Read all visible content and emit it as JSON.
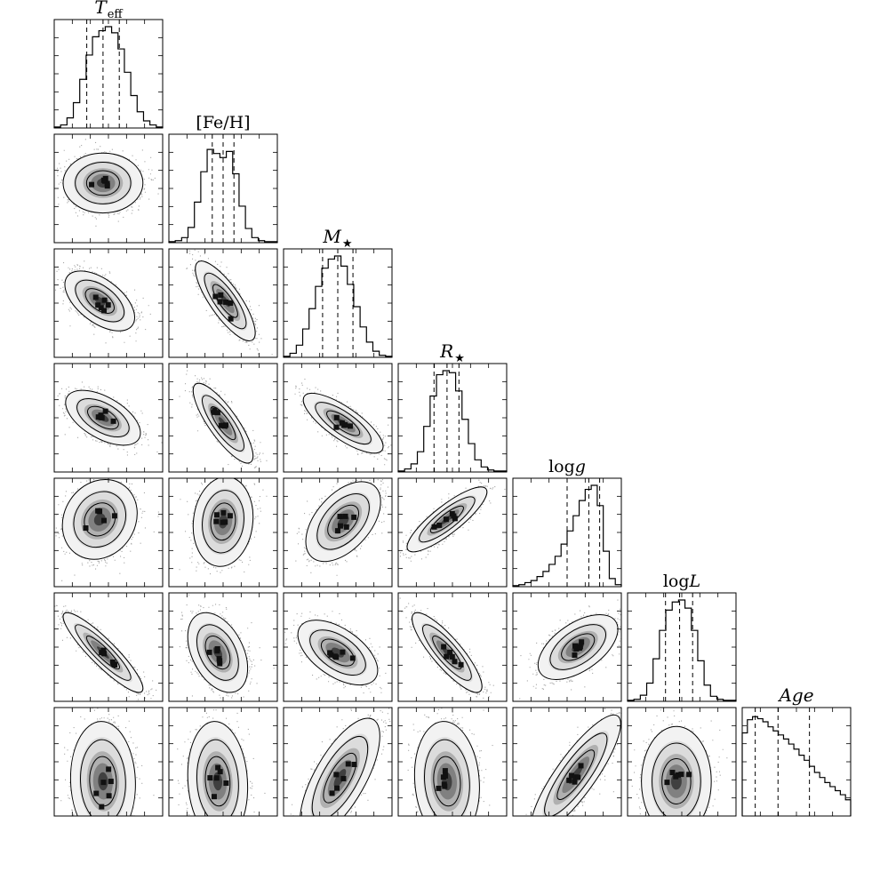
{
  "chart_data": {
    "type": "corner",
    "parameters": [
      {
        "key": "teff",
        "label": "T",
        "sub": "eff",
        "label_style": "italic-sub",
        "hist": [
          0.01,
          0.03,
          0.1,
          0.25,
          0.48,
          0.72,
          0.9,
          0.96,
          1.0,
          0.94,
          0.78,
          0.55,
          0.32,
          0.16,
          0.07,
          0.03,
          0.01
        ],
        "quantiles": [
          0.3,
          0.45,
          0.6
        ],
        "rho": 0.0
      },
      {
        "key": "feh",
        "label": "[Fe/H]",
        "label_style": "roman",
        "hist": [
          0.01,
          0.02,
          0.05,
          0.15,
          0.4,
          0.7,
          0.92,
          0.88,
          0.84,
          0.9,
          0.68,
          0.36,
          0.14,
          0.05,
          0.02,
          0.01,
          0.01
        ],
        "quantiles": [
          0.4,
          0.5,
          0.6
        ],
        "rho": 0.0
      },
      {
        "key": "mstar",
        "label": "M",
        "sub": "★",
        "label_style": "italic-sub",
        "hist": [
          0.01,
          0.04,
          0.12,
          0.28,
          0.48,
          0.7,
          0.88,
          0.97,
          1.0,
          0.9,
          0.72,
          0.5,
          0.3,
          0.15,
          0.06,
          0.02,
          0.01
        ],
        "quantiles": [
          0.36,
          0.5,
          0.64
        ],
        "rho": 0.0
      },
      {
        "key": "rstar",
        "label": "R",
        "sub": "★",
        "label_style": "italic-sub",
        "hist": [
          0.01,
          0.03,
          0.08,
          0.2,
          0.45,
          0.75,
          0.96,
          1.0,
          0.98,
          0.8,
          0.52,
          0.28,
          0.12,
          0.05,
          0.02,
          0.01,
          0.01
        ],
        "quantiles": [
          0.33,
          0.45,
          0.56
        ],
        "rho": 0.0
      },
      {
        "key": "logg",
        "label": "log",
        "sub": "g",
        "label_style": "log-italic",
        "hist": [
          0.01,
          0.02,
          0.04,
          0.06,
          0.1,
          0.15,
          0.22,
          0.3,
          0.42,
          0.55,
          0.7,
          0.85,
          0.96,
          1.0,
          0.8,
          0.35,
          0.08,
          0.02
        ],
        "quantiles": [
          0.5,
          0.7,
          0.8
        ],
        "rho": 0.0
      },
      {
        "key": "logl",
        "label": "log",
        "sub": "L",
        "label_style": "log-italic",
        "hist": [
          0.01,
          0.02,
          0.06,
          0.18,
          0.42,
          0.7,
          0.9,
          0.98,
          1.0,
          0.92,
          0.7,
          0.4,
          0.16,
          0.05,
          0.02,
          0.01,
          0.01
        ],
        "quantiles": [
          0.35,
          0.48,
          0.6
        ],
        "rho": 0.0
      },
      {
        "key": "age",
        "label": "Age",
        "label_style": "italic",
        "hist": [
          0.82,
          0.95,
          0.98,
          0.96,
          0.93,
          0.88,
          0.84,
          0.8,
          0.76,
          0.71,
          0.66,
          0.6,
          0.55,
          0.49,
          0.43,
          0.38,
          0.33,
          0.29,
          0.25,
          0.21,
          0.16
        ],
        "quantiles": [
          0.12,
          0.33,
          0.62
        ],
        "rho": 0.0
      }
    ],
    "pairs": [
      {
        "row": 1,
        "col": 0,
        "cx": 0.45,
        "cy": 0.45,
        "sx": 0.16,
        "sy": 0.12,
        "rho": 0.0
      },
      {
        "row": 2,
        "col": 0,
        "cx": 0.42,
        "cy": 0.48,
        "sx": 0.14,
        "sy": 0.12,
        "rho": 0.55
      },
      {
        "row": 2,
        "col": 1,
        "cx": 0.52,
        "cy": 0.48,
        "sx": 0.12,
        "sy": 0.16,
        "rho": 0.8
      },
      {
        "row": 3,
        "col": 0,
        "cx": 0.45,
        "cy": 0.5,
        "sx": 0.15,
        "sy": 0.11,
        "rho": 0.55
      },
      {
        "row": 3,
        "col": 1,
        "cx": 0.5,
        "cy": 0.55,
        "sx": 0.12,
        "sy": 0.16,
        "rho": 0.82
      },
      {
        "row": 3,
        "col": 2,
        "cx": 0.55,
        "cy": 0.55,
        "sx": 0.16,
        "sy": 0.12,
        "rho": 0.78
      },
      {
        "row": 4,
        "col": 0,
        "cx": 0.42,
        "cy": 0.38,
        "sx": 0.15,
        "sy": 0.16,
        "rho": -0.15
      },
      {
        "row": 4,
        "col": 1,
        "cx": 0.5,
        "cy": 0.4,
        "sx": 0.12,
        "sy": 0.18,
        "rho": -0.1
      },
      {
        "row": 4,
        "col": 2,
        "cx": 0.55,
        "cy": 0.4,
        "sx": 0.15,
        "sy": 0.16,
        "rho": -0.5
      },
      {
        "row": 4,
        "col": 3,
        "cx": 0.45,
        "cy": 0.38,
        "sx": 0.16,
        "sy": 0.13,
        "rho": -0.85
      },
      {
        "row": 5,
        "col": 0,
        "cx": 0.45,
        "cy": 0.55,
        "sx": 0.16,
        "sy": 0.16,
        "rho": 0.9
      },
      {
        "row": 5,
        "col": 1,
        "cx": 0.45,
        "cy": 0.55,
        "sx": 0.12,
        "sy": 0.16,
        "rho": 0.4
      },
      {
        "row": 5,
        "col": 2,
        "cx": 0.5,
        "cy": 0.55,
        "sx": 0.16,
        "sy": 0.13,
        "rho": 0.55
      },
      {
        "row": 5,
        "col": 3,
        "cx": 0.45,
        "cy": 0.55,
        "sx": 0.14,
        "sy": 0.16,
        "rho": 0.85
      },
      {
        "row": 5,
        "col": 4,
        "cx": 0.6,
        "cy": 0.5,
        "sx": 0.16,
        "sy": 0.13,
        "rho": -0.55
      },
      {
        "row": 6,
        "col": 0,
        "cx": 0.45,
        "cy": 0.68,
        "sx": 0.13,
        "sy": 0.24,
        "rho": 0.05
      },
      {
        "row": 6,
        "col": 1,
        "cx": 0.45,
        "cy": 0.68,
        "sx": 0.12,
        "sy": 0.24,
        "rho": 0.1
      },
      {
        "row": 6,
        "col": 2,
        "cx": 0.52,
        "cy": 0.65,
        "sx": 0.16,
        "sy": 0.24,
        "rho": -0.7
      },
      {
        "row": 6,
        "col": 3,
        "cx": 0.45,
        "cy": 0.68,
        "sx": 0.13,
        "sy": 0.24,
        "rho": 0.1
      },
      {
        "row": 6,
        "col": 4,
        "cx": 0.58,
        "cy": 0.62,
        "sx": 0.18,
        "sy": 0.24,
        "rho": -0.85
      },
      {
        "row": 6,
        "col": 5,
        "cx": 0.45,
        "cy": 0.68,
        "sx": 0.14,
        "sy": 0.22,
        "rho": 0.0
      }
    ],
    "grid": false,
    "legend": "none"
  }
}
